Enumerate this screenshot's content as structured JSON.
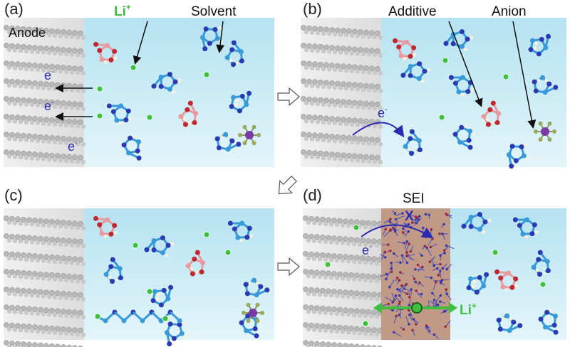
{
  "panels": {
    "a": {
      "tag": "(a)",
      "li_label": "Li",
      "li_sup": "+",
      "solvent_label": "Solvent",
      "anode_label": "Anode",
      "electron": "e",
      "electron_sup": "-"
    },
    "b": {
      "tag": "(b)",
      "additive_label": "Additive",
      "anion_label": "Anion",
      "electron": "e",
      "electron_sup": "-"
    },
    "c": {
      "tag": "(c)"
    },
    "d": {
      "tag": "(d)",
      "sei_label": "SEI",
      "blocked_mark": "X",
      "electron": "e",
      "electron_sup": "-",
      "li_label": "Li",
      "li_sup": "+"
    }
  },
  "colors": {
    "electrolyte": "#bfe6f2",
    "anode": "#e6e6e6",
    "sei": "#c09a86",
    "li": "#3fbf3f",
    "electron": "#2a2ab0",
    "solvent": "#3a9ad8",
    "additive": "#d9606a",
    "anion": "#7a3aa8"
  }
}
